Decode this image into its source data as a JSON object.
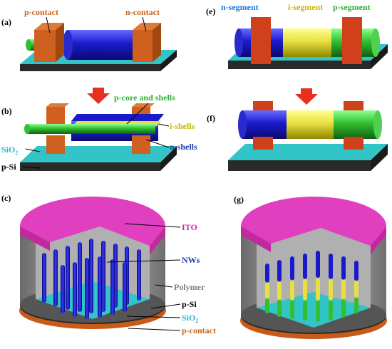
{
  "panels": {
    "a": {
      "tag": "(a)",
      "p_contact": "p-contact",
      "n_contact": "n-contact"
    },
    "b": {
      "tag": "(b)",
      "p_core": "p-core and shells",
      "i_shells": "i-shells",
      "n_shells": "n-shells",
      "sio2": "SiO",
      "sio2_sub": "2",
      "psi": "p-Si"
    },
    "c": {
      "tag": "(c)",
      "ito": "ITO",
      "nws": "NWs",
      "polymer": "Polymer",
      "psi": "p-Si",
      "sio2": "SiO",
      "sio2_sub": "2",
      "p_contact": "p-contact"
    },
    "e": {
      "tag": "(e)",
      "n_segment": "n-segment",
      "i_segment": "i-segment",
      "p_segment": "p-segment"
    },
    "f": {
      "tag": "(f)"
    },
    "g": {
      "tag": "(g)"
    }
  },
  "colors": {
    "teal": "#33c4c8",
    "dark": "#3a3a3a",
    "contact": "#d06020",
    "n_blue": "#1a1acc",
    "i_yellow": "#e8e040",
    "p_green": "#30c030",
    "ito": "#e040c0",
    "polymer": "#9a9a9a",
    "arrow": "#e83020",
    "label_orange": "#c86420",
    "label_blue": "#1a3ab0",
    "label_green": "#30b030",
    "label_yellow": "#c8b800",
    "label_cyan": "#20b8c8",
    "label_magenta": "#d020b0",
    "label_gray": "#808080"
  }
}
